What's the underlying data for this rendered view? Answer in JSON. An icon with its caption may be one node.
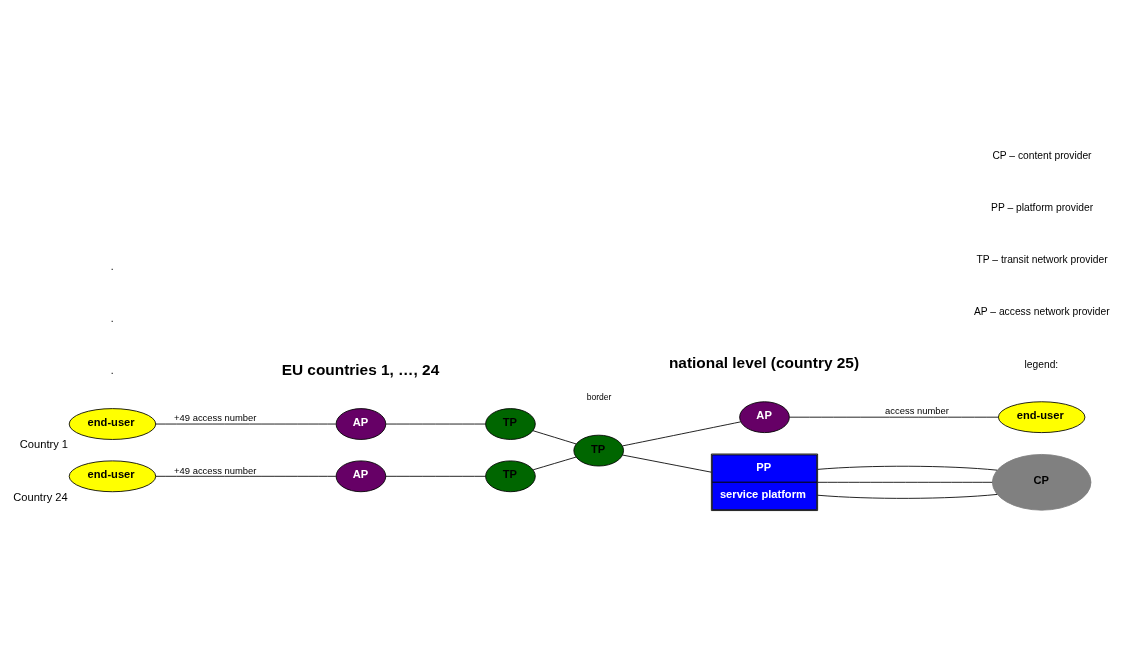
{
  "diagram": {
    "nodes": [
      {
        "text": [
          "end-user"
        ],
        "beside": [
          "Country 1"
        ]
      },
      {
        "text": [
          "AP"
        ]
      },
      {
        "text": [
          "TP"
        ]
      },
      {
        "text": [
          "TP"
        ]
      },
      {
        "text": [
          "AP"
        ]
      },
      {
        "text": [
          "end-user"
        ]
      },
      {
        "text": [
          "TP"
        ]
      },
      {
        "text": [
          "AP"
        ]
      },
      {
        "text": [
          "end-user"
        ],
        "beside": [
          "Country 24"
        ]
      },
      {
        "text": [
          "PP",
          "service platform"
        ]
      },
      {
        "text": [
          "CP"
        ]
      }
    ],
    "edges": [
      {
        "from": 0,
        "to": 1,
        "arrow": "none",
        "label": "+49 access number"
      },
      {
        "from": 1,
        "to": 2,
        "arrow": "none"
      },
      {
        "from": 2,
        "to": 3,
        "arrow": "none"
      },
      {
        "from": 3,
        "to": 4,
        "arrow": "none"
      },
      {
        "from": 4,
        "to": 5,
        "arrow": "none",
        "label": "access number"
      },
      {
        "from": 3,
        "to": 6,
        "arrow": "none"
      },
      {
        "from": 6,
        "to": 7,
        "arrow": "none"
      },
      {
        "from": 7,
        "to": 8,
        "arrow": "none",
        "label": "+49 access number"
      },
      {
        "from": 3,
        "to": 9,
        "arrow": "none"
      },
      {
        "from": 9,
        "to": 10,
        "arrow": "none"
      },
      {
        "from": 9,
        "to": 10,
        "arrow": "none"
      },
      {
        "from": 9,
        "to": 10,
        "arrow": "none"
      }
    ],
    "labels": [
      "border",
      "EU countries 1, …, 24",
      "national level (country 25)",
      ".",
      ".",
      ".",
      "legend:",
      "AP – access network provider",
      "TP – transit network provider",
      "PP – platform provider",
      "CP – content provider"
    ]
  }
}
